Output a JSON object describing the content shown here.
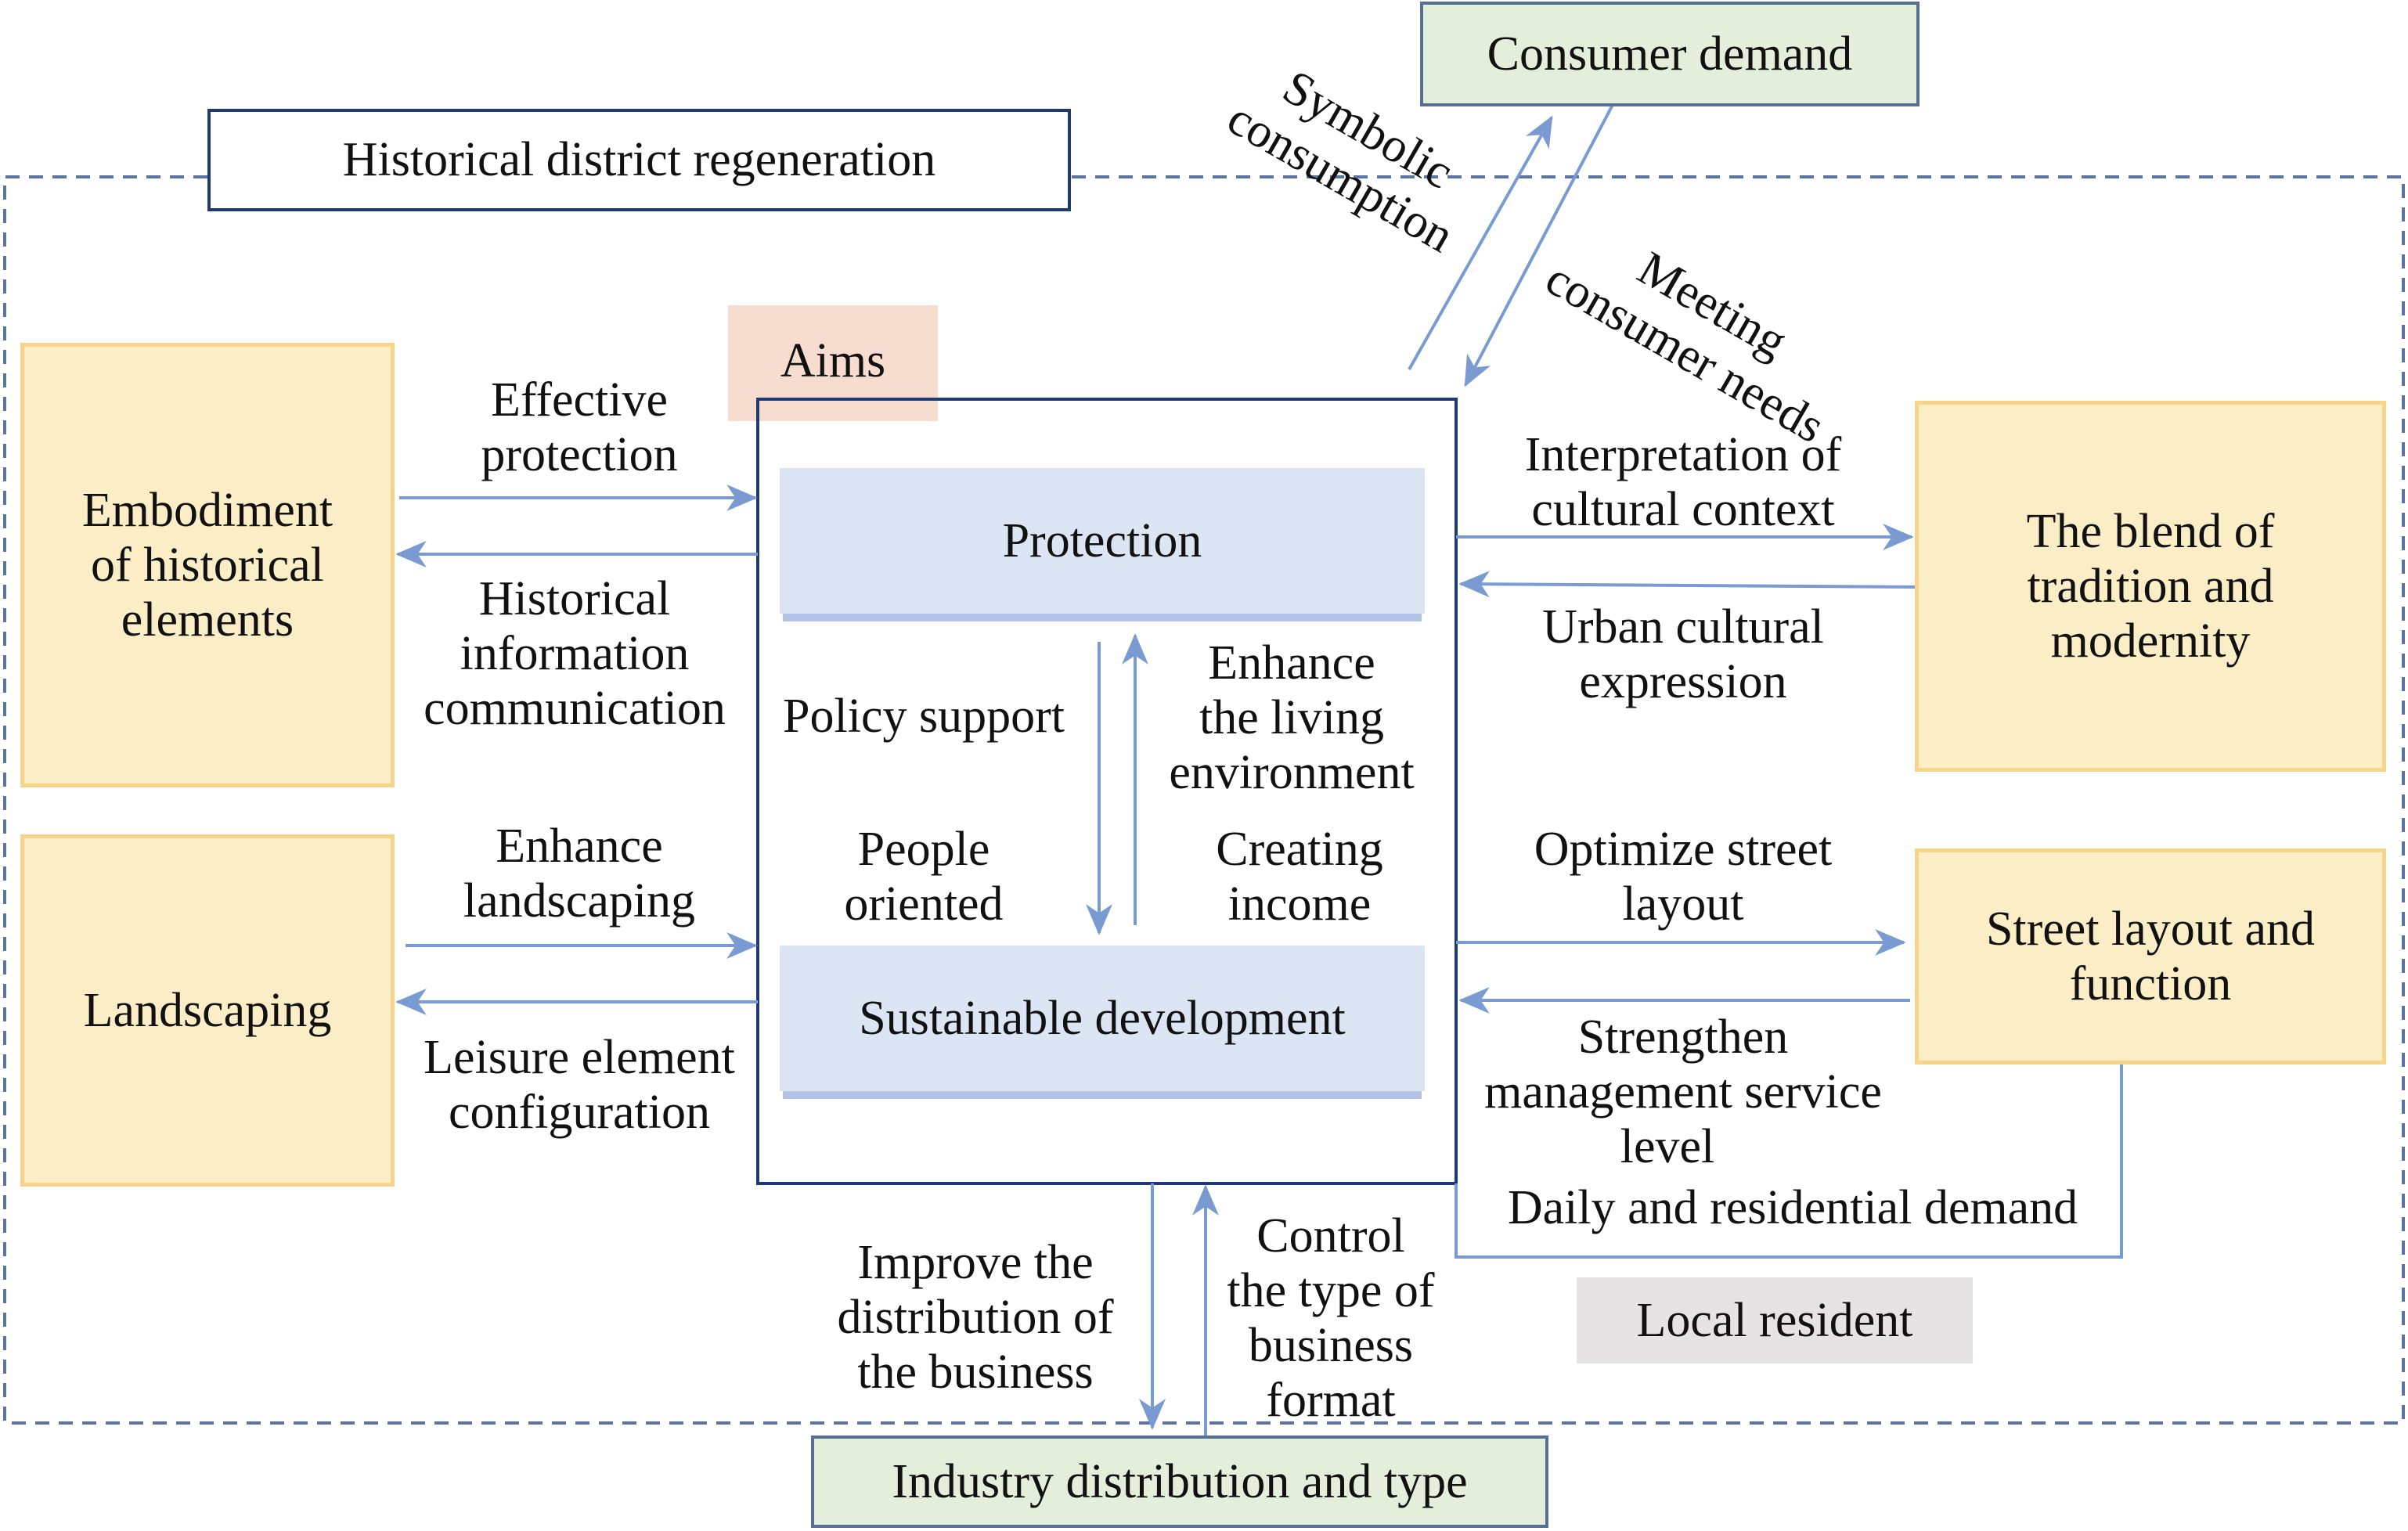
{
  "colors": {
    "arrow": "#7a9bd2",
    "frame": "#5d73a0",
    "box_border": "#1f3a70",
    "yellow_fill": "#fbeec6",
    "yellow_border": "#f6d48a",
    "green_fill": "#e3efdb",
    "blue_fill": "#dbe5f4",
    "aims_fill": "#f7dcd0",
    "resident_fill": "#e6e3e4"
  },
  "title": "Historical district regeneration",
  "aims": "Aims",
  "center": {
    "protection": "Protection",
    "sustainable": "Sustainable development",
    "policy_support": "Policy support",
    "people_oriented": [
      "People",
      "oriented"
    ],
    "enhance_living": [
      "Enhance",
      "the living",
      "environment"
    ],
    "creating_income": [
      "Creating",
      "income"
    ]
  },
  "left": {
    "embodiment": [
      "Embodiment",
      "of historical",
      "elements"
    ],
    "landscaping": "Landscaping",
    "effective_protection": [
      "Effective",
      "protection"
    ],
    "historical_info": [
      "Historical",
      "information",
      "communication"
    ],
    "enhance_landscaping": [
      "Enhance",
      "landscaping"
    ],
    "leisure_config": [
      "Leisure element",
      "configuration"
    ]
  },
  "right": {
    "blend": [
      "The blend of",
      "tradition and",
      "modernity"
    ],
    "street_layout": [
      "Street layout and",
      "function"
    ],
    "interpretation": [
      "Interpretation of",
      "cultural context"
    ],
    "urban_expression": [
      "Urban cultural",
      "expression"
    ],
    "optimize_street": [
      "Optimize street",
      "layout"
    ],
    "strengthen_mgmt": [
      "Strengthen",
      "management service",
      "level"
    ],
    "daily_demand": "Daily and residential demand",
    "local_resident": "Local resident"
  },
  "top": {
    "consumer_demand": "Consumer demand",
    "symbolic": [
      "Symbolic",
      "consumption"
    ],
    "meeting": [
      "Meeting",
      "consumer needs"
    ]
  },
  "bottom": {
    "industry": "Industry distribution and type",
    "improve_distribution": [
      "Improve the",
      "distribution of",
      "the business"
    ],
    "control_type": [
      "Control",
      "the type of",
      "business",
      "format"
    ]
  }
}
